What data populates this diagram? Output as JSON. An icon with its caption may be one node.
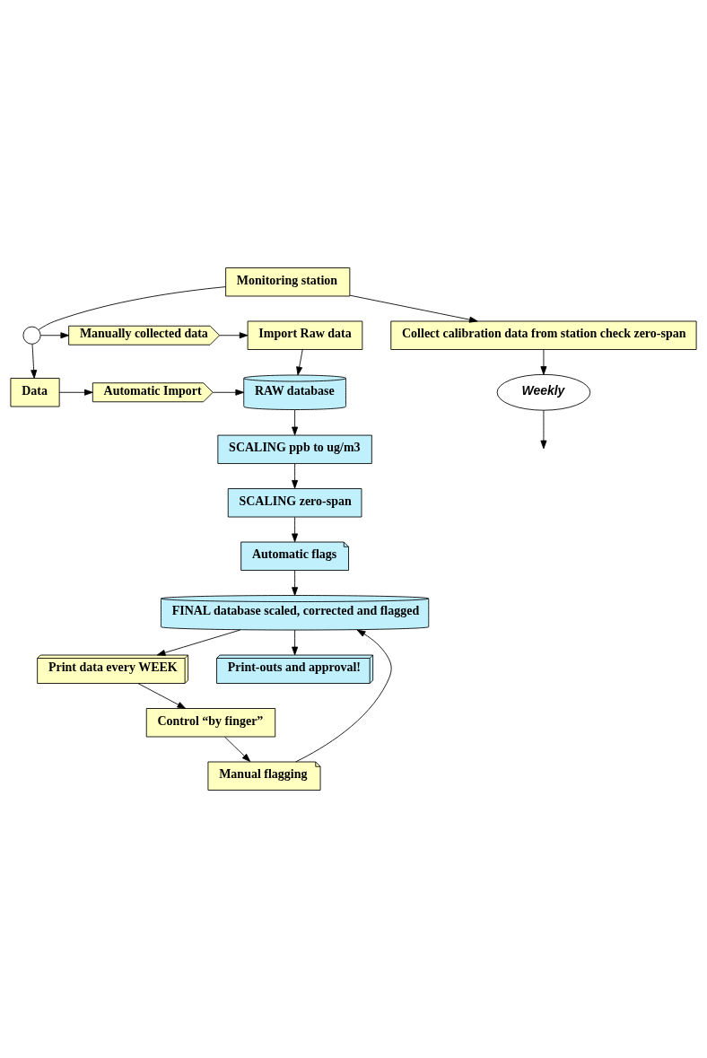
{
  "diagram": {
    "nodes": [
      {
        "text": [
          "Monitoring station"
        ]
      },
      {
        "text": [],
        "shape": "circle"
      },
      {
        "text": [
          "Manually collected data"
        ]
      },
      {
        "text": [
          "Import Raw data"
        ]
      },
      {
        "text": [
          "Data"
        ]
      },
      {
        "text": [
          "Automatic Import"
        ]
      },
      {
        "text": [
          "RAW database"
        ]
      },
      {
        "text": [
          "SCALING ppb to ug/m3"
        ]
      },
      {
        "text": [
          "Collect calibration data from station check zero-span"
        ]
      },
      {
        "text": [
          "Weekly"
        ]
      },
      {
        "text": [
          "SCALING zero-span"
        ]
      },
      {
        "text": [
          "Automatic flags"
        ]
      },
      {
        "text": [
          "Print data every WEEK"
        ]
      },
      {
        "text": [
          "FINAL database scaled, corrected and flagged"
        ]
      },
      {
        "text": [
          "Control “by finger”"
        ]
      },
      {
        "text": [
          "Manual flagging"
        ]
      },
      {
        "text": [
          "Print-outs and approval!"
        ]
      }
    ],
    "edges": [
      {
        "from": 0,
        "to": 1,
        "arrow": "none"
      },
      {
        "from": 1,
        "to": 2,
        "arrow": "to"
      },
      {
        "from": 1,
        "to": 4,
        "arrow": "to"
      },
      {
        "from": 0,
        "to": 8,
        "arrow": "to"
      },
      {
        "from": 2,
        "to": 3,
        "arrow": "to"
      },
      {
        "from": 3,
        "to": 6,
        "arrow": "to"
      },
      {
        "from": 4,
        "to": 5,
        "arrow": "to"
      },
      {
        "from": 5,
        "to": 6,
        "arrow": "to"
      },
      {
        "from": 6,
        "to": 7,
        "arrow": "to"
      },
      {
        "from": 7,
        "to": 10,
        "arrow": "to"
      },
      {
        "from": 10,
        "to": 11,
        "arrow": "to"
      },
      {
        "from": 8,
        "to": 9,
        "arrow": "to"
      },
      {
        "from": 9,
        "to": null,
        "arrow": "to"
      },
      {
        "from": 11,
        "to": 13,
        "arrow": "to"
      },
      {
        "from": 13,
        "to": 12,
        "arrow": "to"
      },
      {
        "from": 12,
        "to": 14,
        "arrow": "to"
      },
      {
        "from": 14,
        "to": 15,
        "arrow": "to"
      },
      {
        "from": 15,
        "to": 13,
        "arrow": "to"
      },
      {
        "from": 13,
        "to": 16,
        "arrow": "to"
      }
    ]
  }
}
